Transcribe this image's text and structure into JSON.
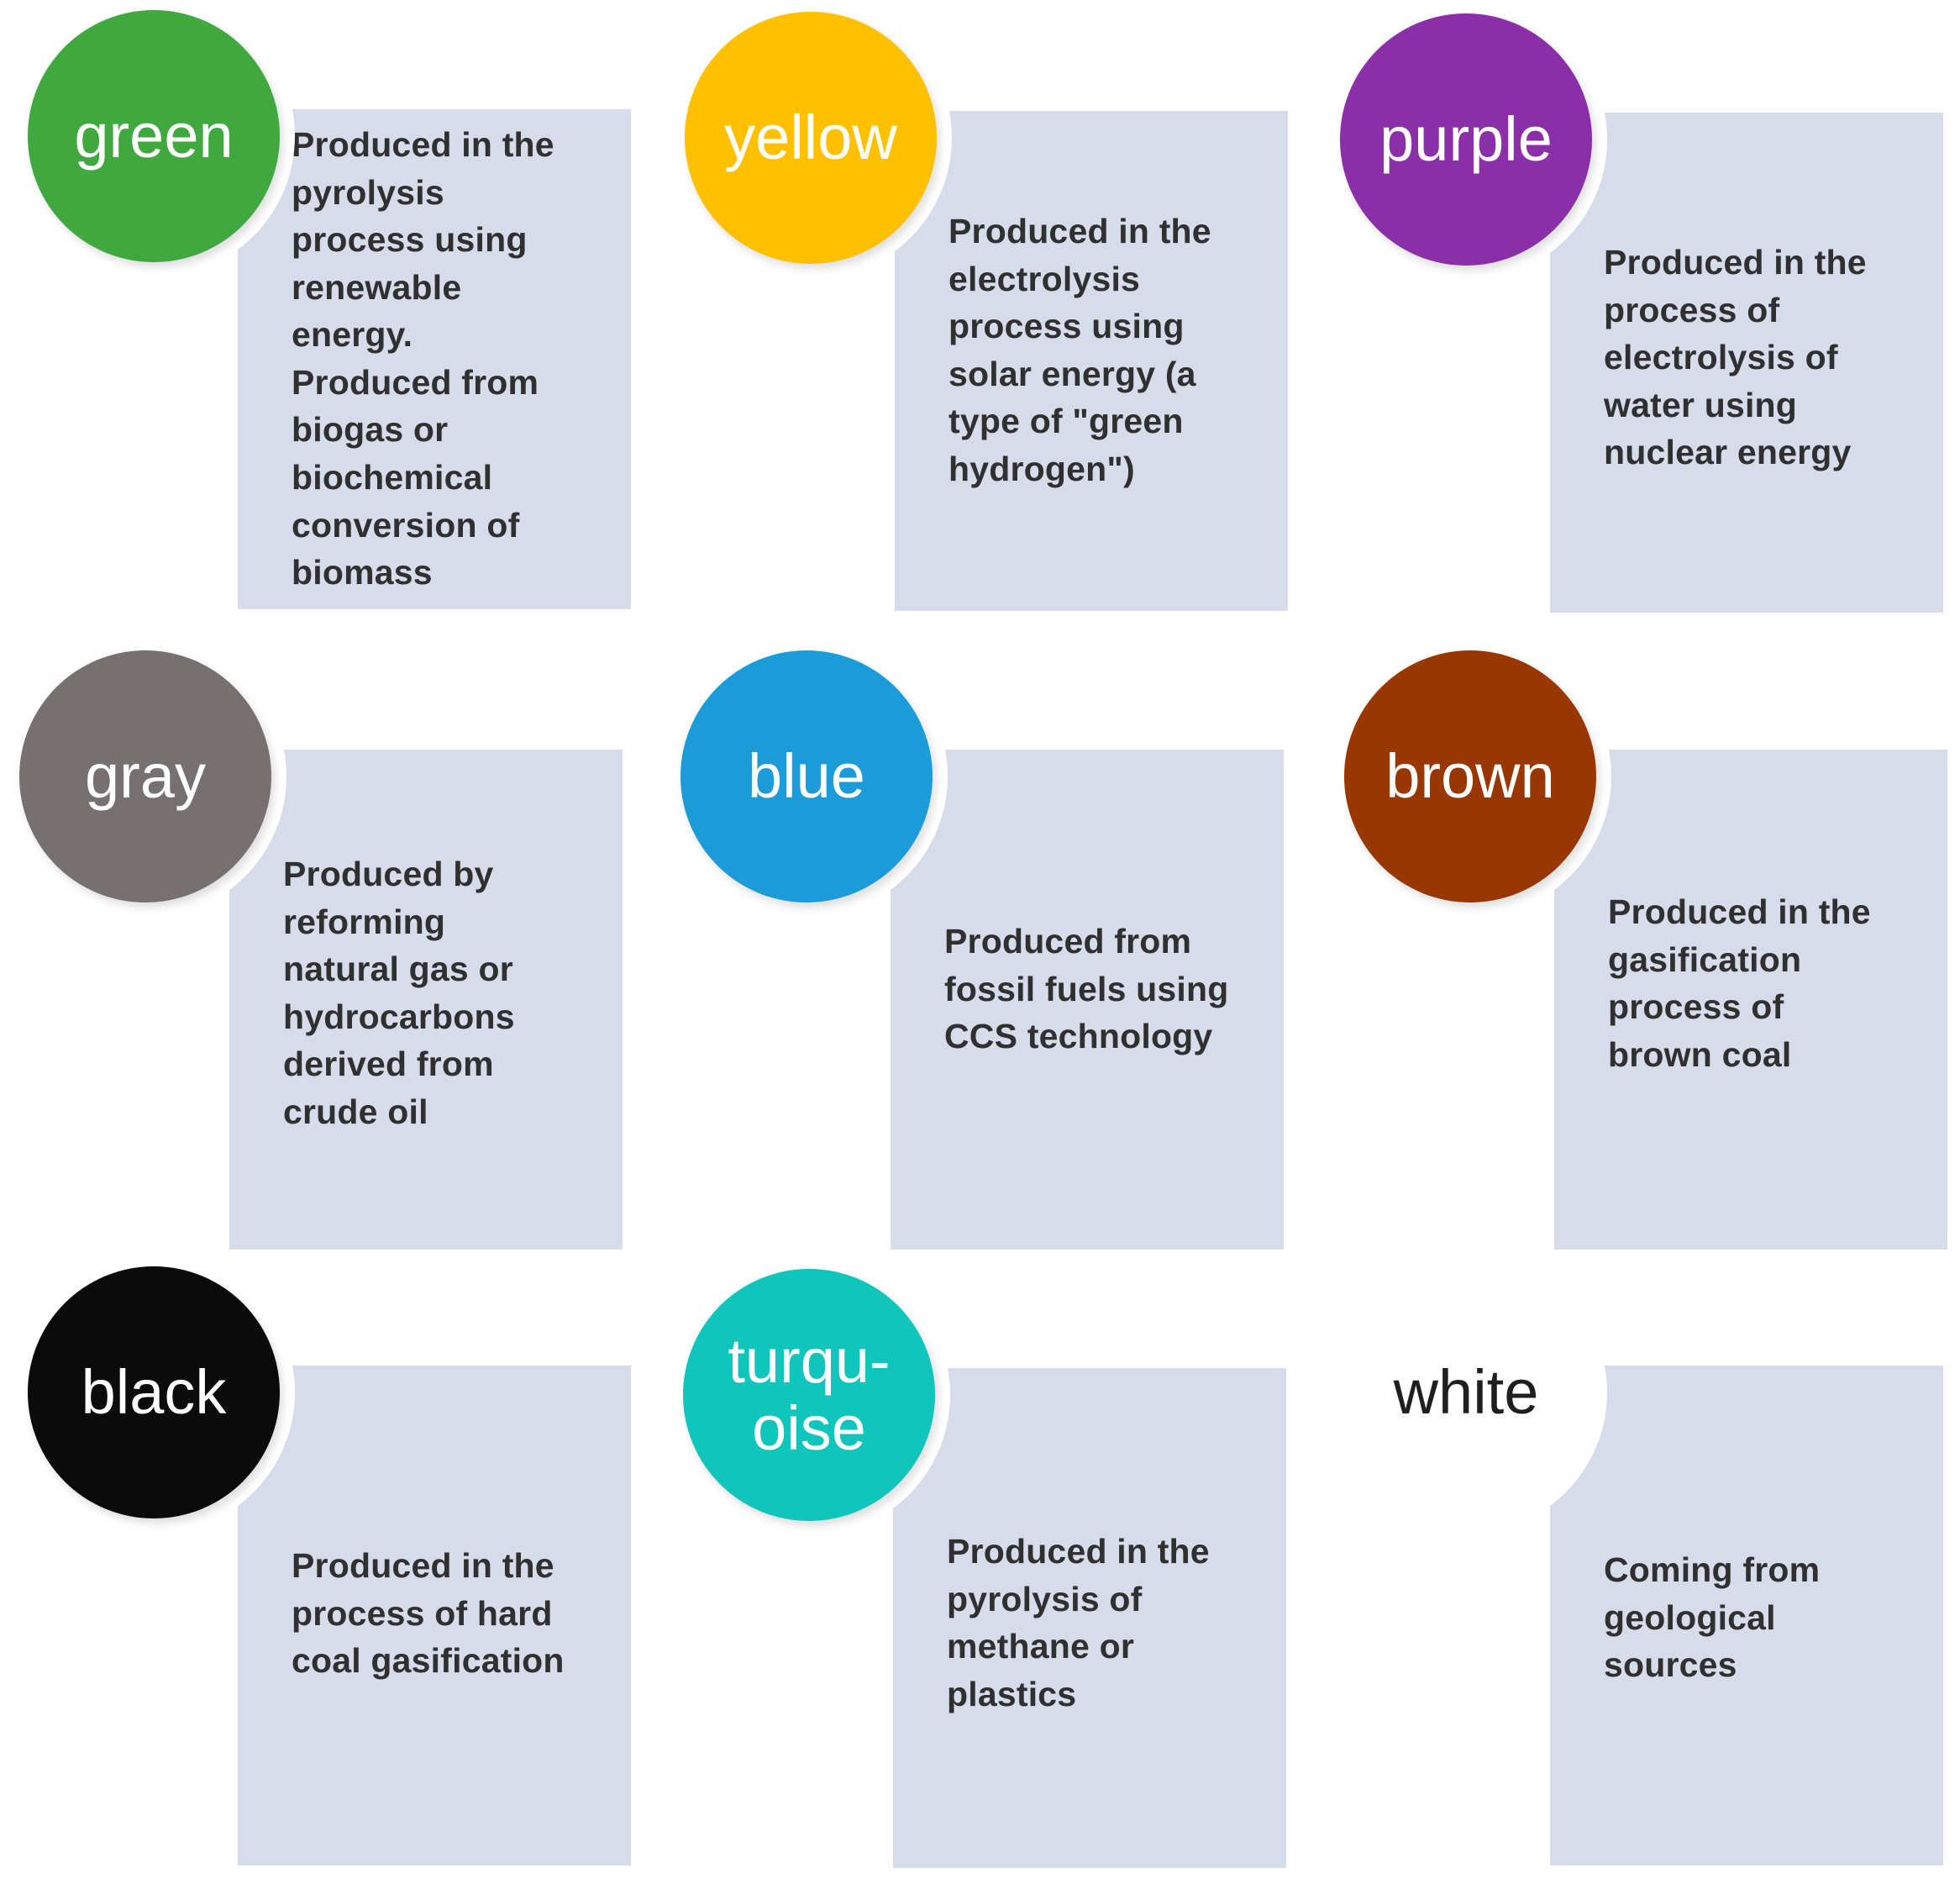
{
  "palette": {
    "background": "#FFFFFF",
    "box_fill": "#D7DCEB",
    "box_text": "#303030"
  },
  "cells": [
    {
      "id": "green",
      "label": "green",
      "circle_color": "#3FA93F",
      "label_color": "#FFFFFF",
      "description": "Produced in the\npyrolysis\nprocess using\nrenewable\nenergy.\nProduced from\nbiogas or\nbiochemical\nconversion of\nbiomass"
    },
    {
      "id": "yellow",
      "label": "yellow",
      "circle_color": "#FFC000",
      "label_color": "#FFFFFF",
      "description": "Produced in the\nelectrolysis\nprocess using\nsolar energy (a\ntype of \"green\nhydrogen\")"
    },
    {
      "id": "purple",
      "label": "purple",
      "circle_color": "#8B2FA8",
      "label_color": "#FFFFFF",
      "description": "Produced in the\nprocess of\nelectrolysis of\nwater using\nnuclear energy"
    },
    {
      "id": "gray",
      "label": "gray",
      "circle_color": "#767170",
      "label_color": "#FFFFFF",
      "description": "Produced by\nreforming\nnatural gas or\nhydrocarbons\nderived from\ncrude oil"
    },
    {
      "id": "blue",
      "label": "blue",
      "circle_color": "#1B9CD8",
      "label_color": "#FFFFFF",
      "description": "Produced from\nfossil fuels using\nCCS technology"
    },
    {
      "id": "brown",
      "label": "brown",
      "circle_color": "#983800",
      "label_color": "#FFFFFF",
      "description": "Produced in the\ngasification\nprocess of\nbrown coal"
    },
    {
      "id": "black",
      "label": "black",
      "circle_color": "#0B0B0B",
      "label_color": "#FFFFFF",
      "description": "Produced in the\nprocess of hard\ncoal gasification"
    },
    {
      "id": "turquoise",
      "label": "turqu-\noise",
      "circle_color": "#10C5BC",
      "label_color": "#FFFFFF",
      "description": "Produced in the\npyrolysis of\nmethane or\nplastics"
    },
    {
      "id": "white",
      "label": "white",
      "circle_color": "#FFFFFF",
      "label_color": "#1F1F1F",
      "description": "Coming from\ngeological\nsources"
    }
  ]
}
